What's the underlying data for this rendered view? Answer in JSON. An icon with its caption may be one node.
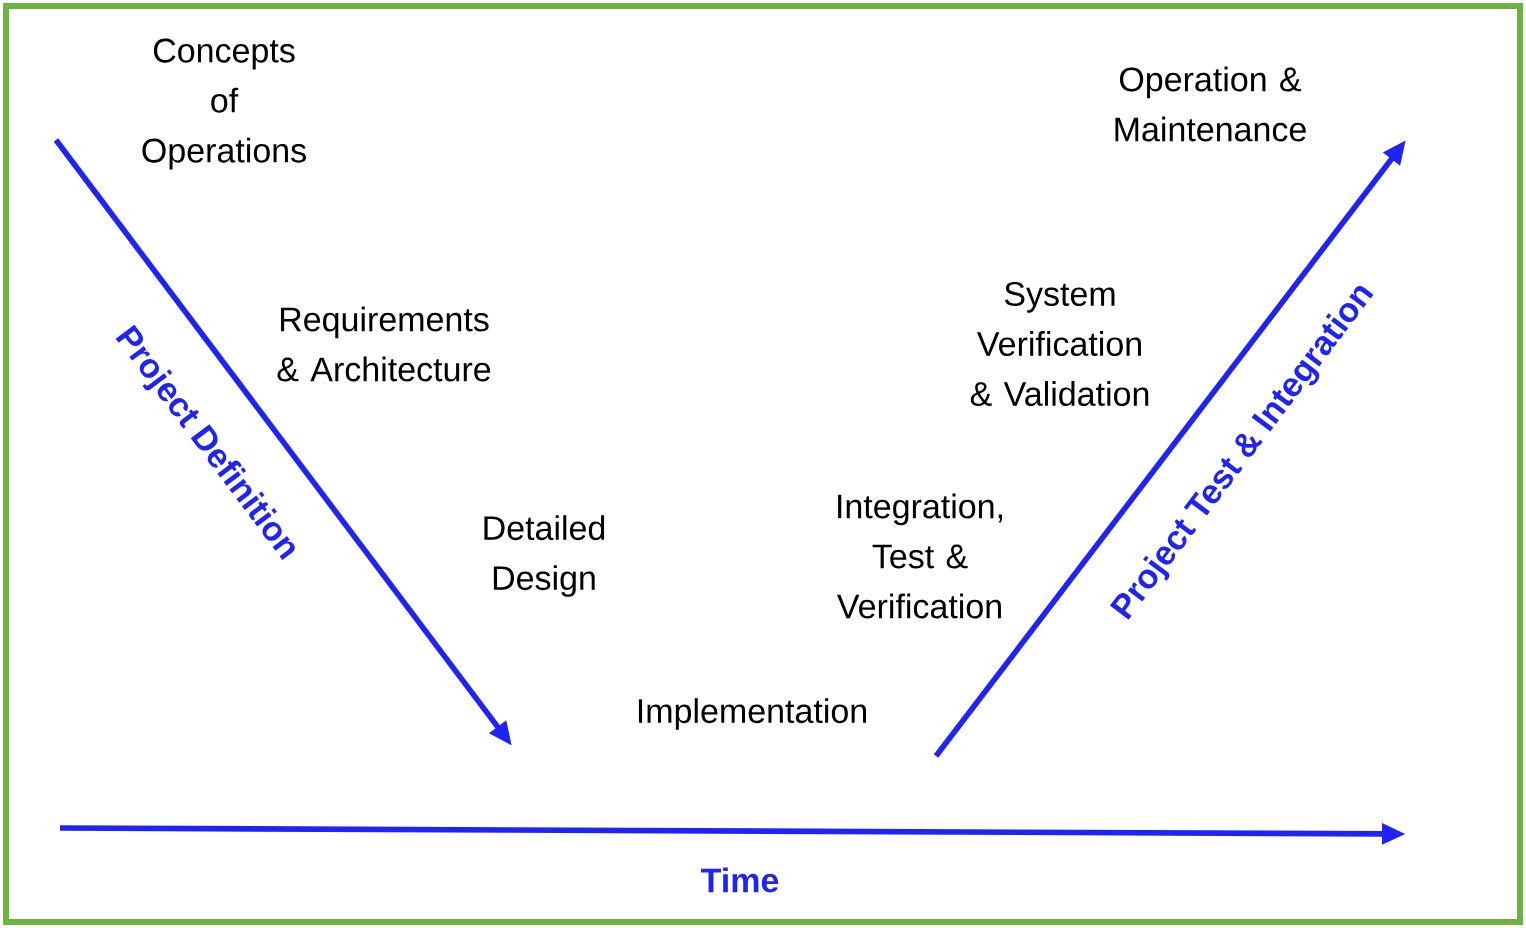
{
  "diagram": {
    "labels": [
      "Concepts of Operations",
      "Operation & Maintenance",
      "Requirements & Architecture",
      "System Verification & Validation",
      "Project Definition",
      "Project Test & Integration",
      "Detailed Design",
      "Integration, Test & Verification",
      "Implementation",
      "Time"
    ]
  }
}
